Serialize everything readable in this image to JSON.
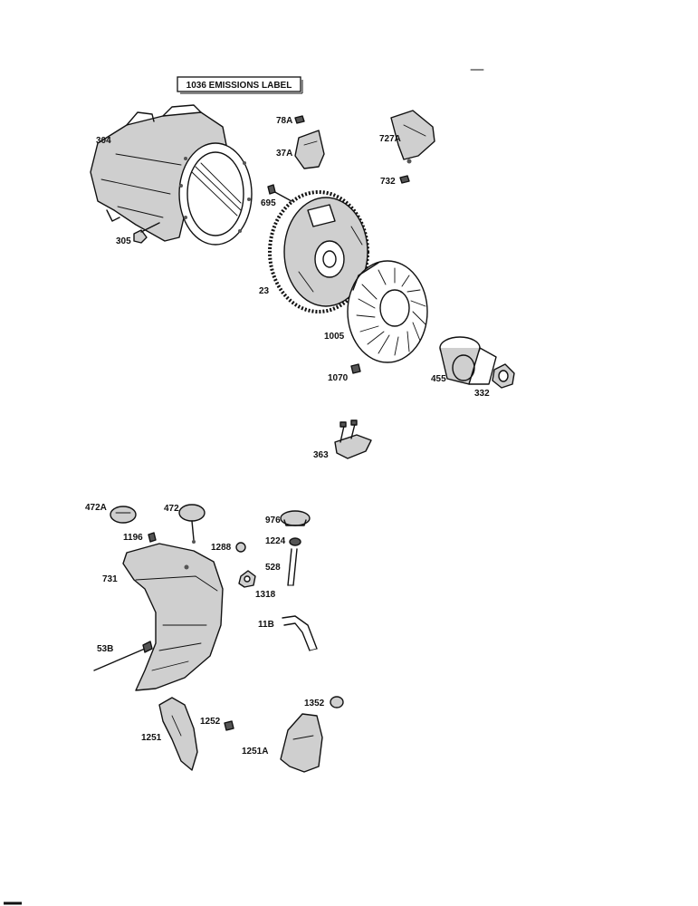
{
  "label_box": "1036 EMISSIONS LABEL",
  "parts": {
    "p304": "304",
    "p305": "305",
    "p78A": "78A",
    "p37A": "37A",
    "p727A": "727A",
    "p732": "732",
    "p695": "695",
    "p23": "23",
    "p1005": "1005",
    "p1070": "1070",
    "p455": "455",
    "p332": "332",
    "p363": "363",
    "p472A": "472A",
    "p472": "472",
    "p976": "976",
    "p1196": "1196",
    "p1288": "1288",
    "p1224": "1224",
    "p528": "528",
    "p731": "731",
    "p1318": "1318",
    "p11B": "11B",
    "p53B": "53B",
    "p1352": "1352",
    "p1252": "1252",
    "p1251": "1251",
    "p1251A": "1251A"
  }
}
